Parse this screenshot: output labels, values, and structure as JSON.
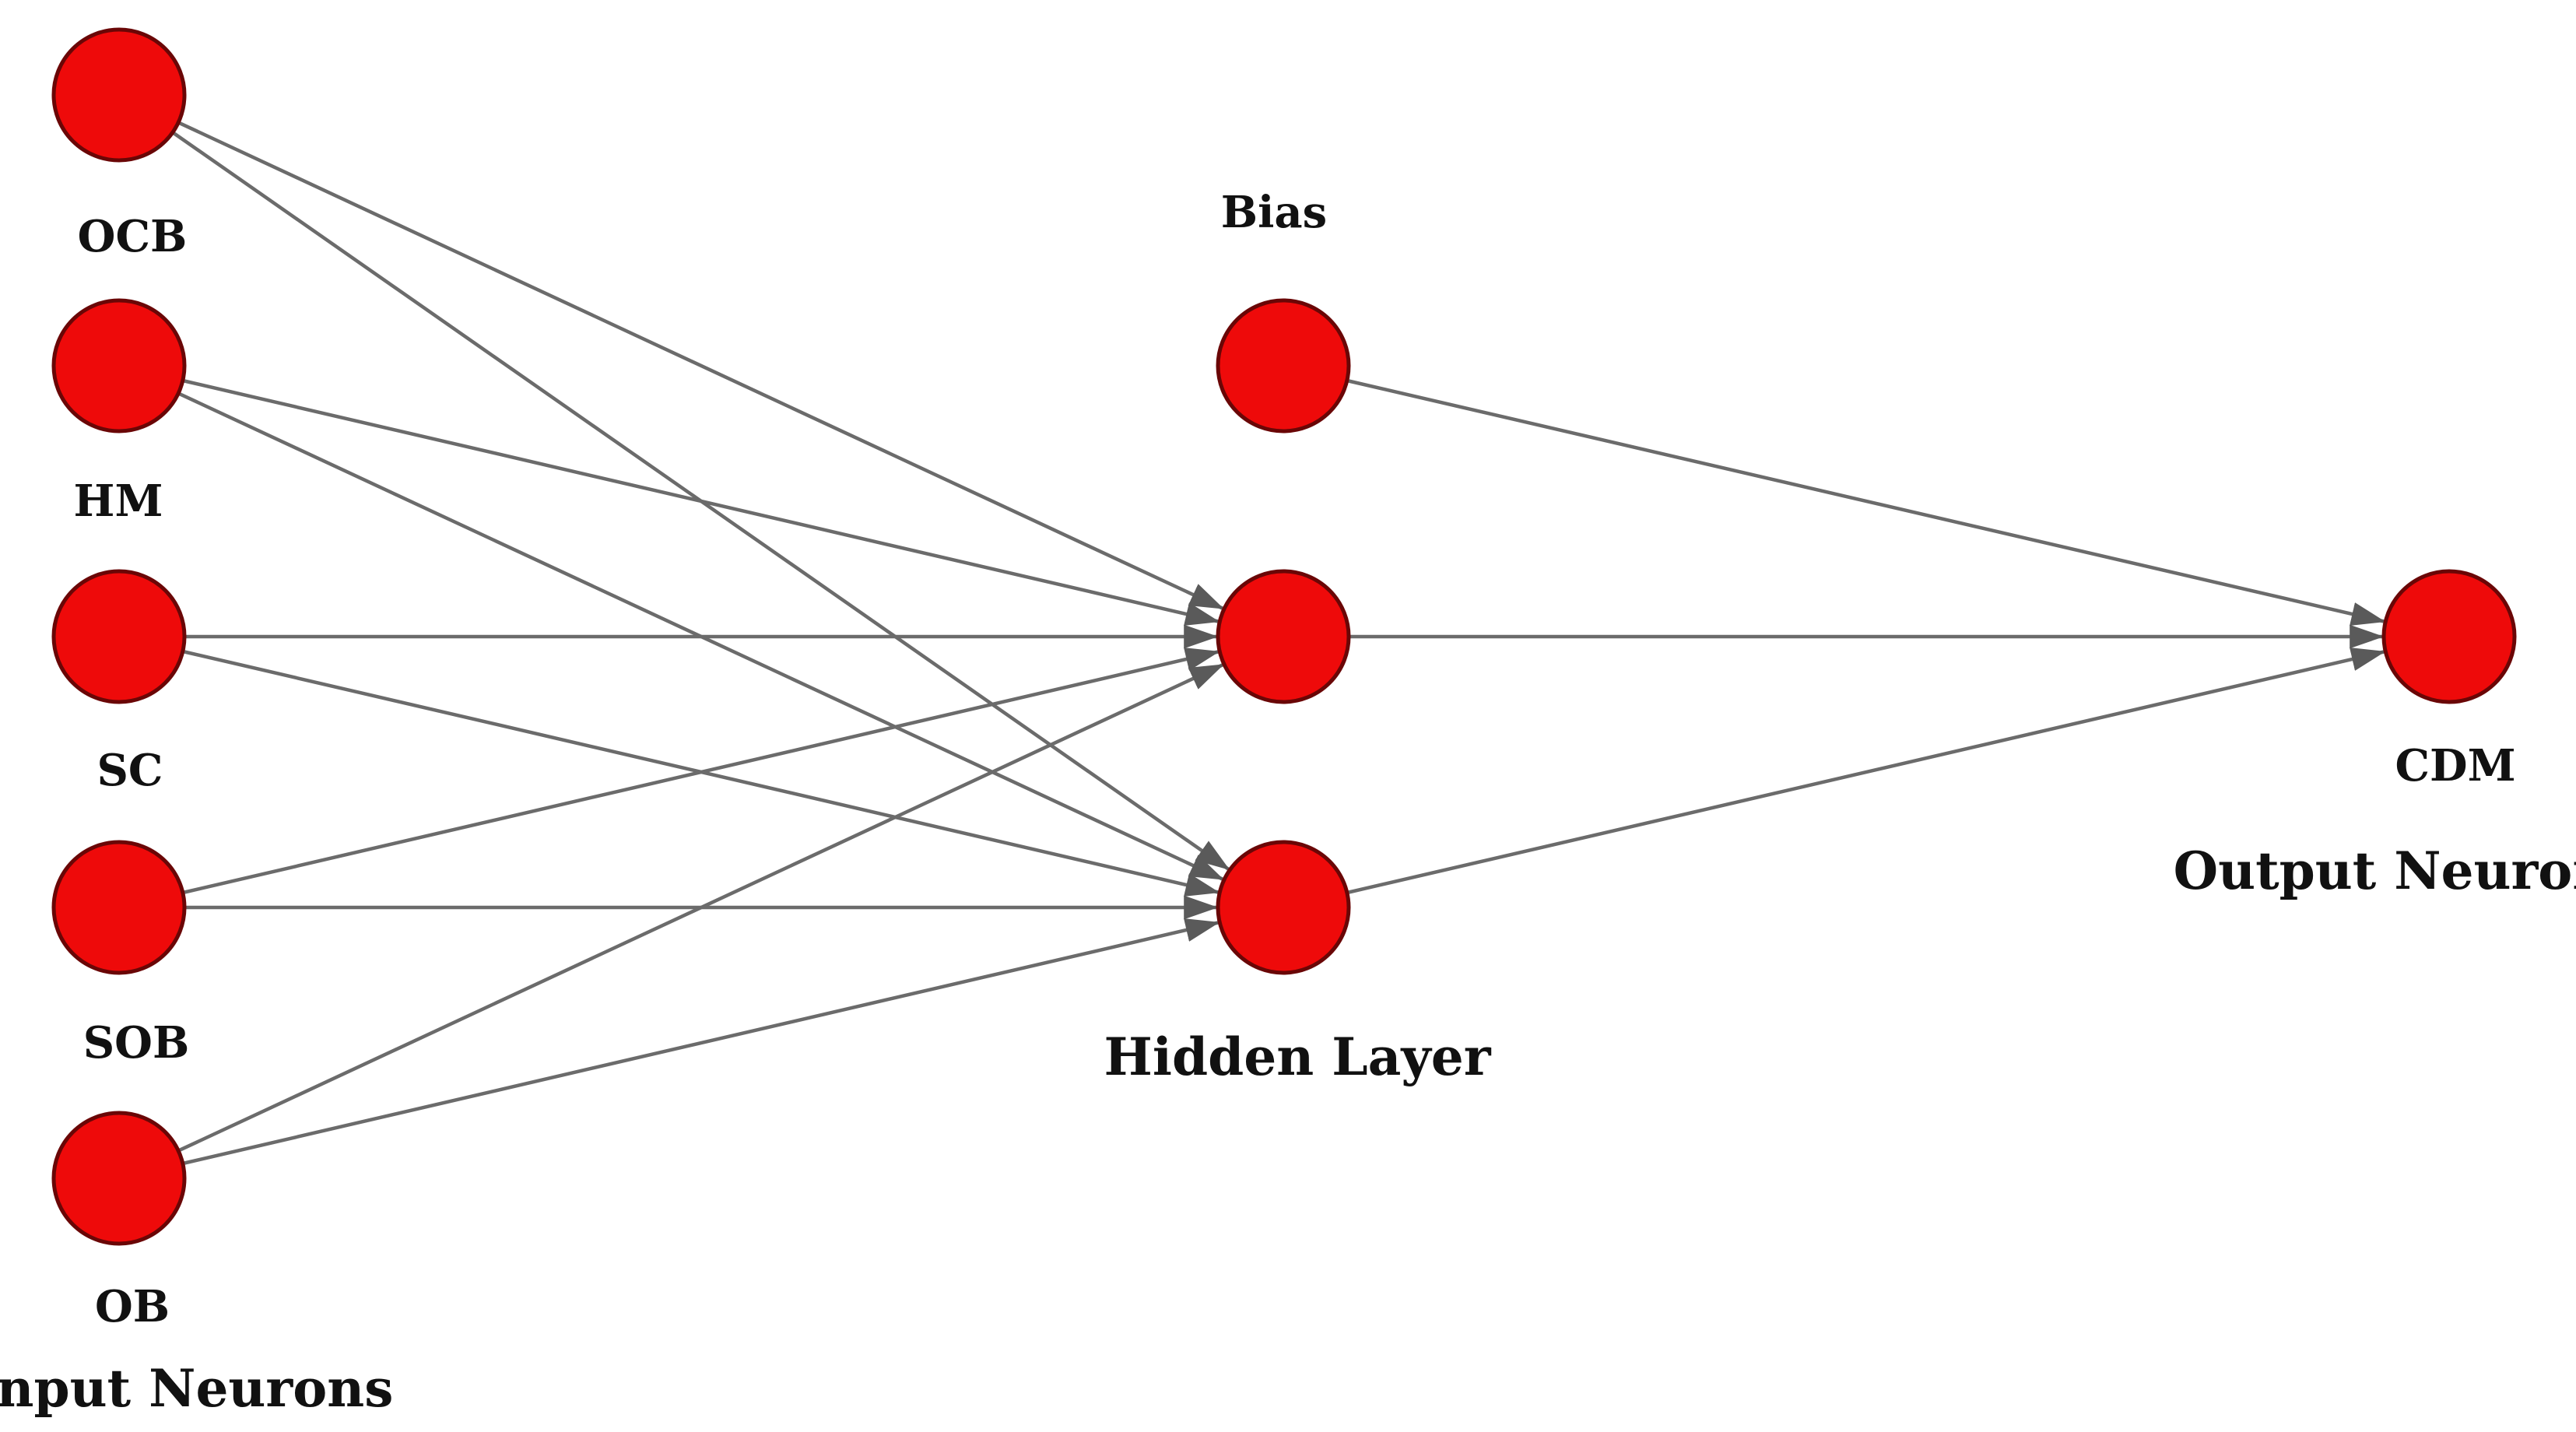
{
  "diagram": {
    "colors": {
      "node_fill": "#ee0a0a",
      "node_stroke": "#6a0606",
      "edge": "#6b6b6b",
      "text": "#111111",
      "background": "#ffffff"
    },
    "input_layer": {
      "caption": "Input Neurons",
      "nodes": [
        {
          "id": "ocb",
          "label": "OCB"
        },
        {
          "id": "hm",
          "label": "HM"
        },
        {
          "id": "sc",
          "label": "SC"
        },
        {
          "id": "sob",
          "label": "SOB"
        },
        {
          "id": "ob",
          "label": "OB"
        }
      ]
    },
    "hidden_layer": {
      "caption": "Hidden Layer",
      "bias_label": "Bias",
      "nodes": [
        {
          "id": "bias"
        },
        {
          "id": "h1"
        },
        {
          "id": "h2"
        }
      ]
    },
    "output_layer": {
      "caption": "Output Neuron",
      "nodes": [
        {
          "id": "cdm",
          "label": "CDM"
        }
      ]
    },
    "edges": [
      {
        "from": "ocb",
        "to": "h1"
      },
      {
        "from": "ocb",
        "to": "h2"
      },
      {
        "from": "hm",
        "to": "h1"
      },
      {
        "from": "hm",
        "to": "h2"
      },
      {
        "from": "sc",
        "to": "h1"
      },
      {
        "from": "sc",
        "to": "h2"
      },
      {
        "from": "sob",
        "to": "h1"
      },
      {
        "from": "sob",
        "to": "h2"
      },
      {
        "from": "ob",
        "to": "h1"
      },
      {
        "from": "ob",
        "to": "h2"
      },
      {
        "from": "bias",
        "to": "cdm"
      },
      {
        "from": "h1",
        "to": "cdm"
      },
      {
        "from": "h2",
        "to": "cdm"
      }
    ]
  }
}
